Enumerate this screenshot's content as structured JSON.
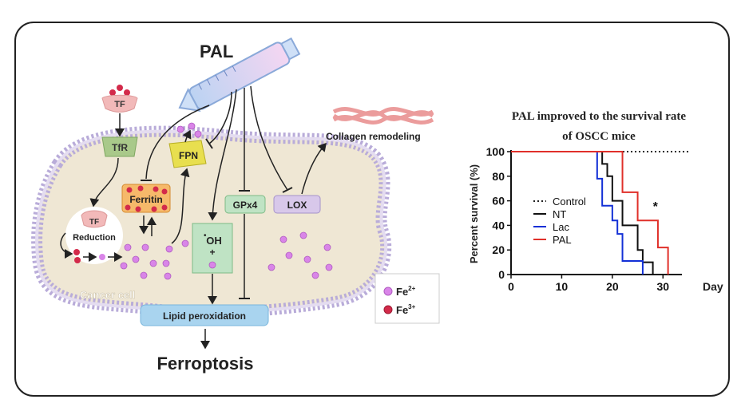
{
  "diagram": {
    "drug": "PAL",
    "tf": "TF",
    "tfr": "TfR",
    "tf_reduction": "TF",
    "reduction": "Reduction",
    "ferritin": "Ferritin",
    "fpn": "FPN",
    "gpx4": "GPx4",
    "lox": "LOX",
    "hydroxyl_dot": "•",
    "hydroxyl": "OH",
    "hydroxyl_plus": "+",
    "collagen": "Collagen remodeling",
    "cancer_cell": "Cancer cell",
    "lipid_peroxidation": "Lipid peroxidation",
    "ferroptosis": "Ferroptosis",
    "legend_fe2": "Fe",
    "legend_fe2_sup": "2+",
    "legend_fe3": "Fe",
    "legend_fe3_sup": "3+",
    "colors": {
      "fe2": "#d985e8",
      "fe3": "#d32a4a",
      "membrane": "#cfc7e3",
      "cell_fill": "#efe7d4",
      "ferritin": "#f6b96a",
      "fpn": "#e8df4f",
      "gpx4": "#bfe3c4",
      "lox": "#d8c8ea",
      "lipid": "#a9d4ef",
      "tf": "#f2b9b9",
      "tfr": "#a9c98a"
    }
  },
  "chart_data": {
    "type": "line",
    "title_line1": "PAL improved to the survival rate",
    "title_line2": "of OSCC mice",
    "xlabel": "Day",
    "ylabel": "Percent survival (%)",
    "xlim": [
      0,
      35
    ],
    "ylim": [
      0,
      100
    ],
    "xticks": [
      "0",
      "10",
      "20",
      "30"
    ],
    "yticks": [
      "0",
      "20",
      "40",
      "60",
      "80",
      "100"
    ],
    "annotation": "*",
    "series": [
      {
        "name": "Control",
        "color": "#222222",
        "style": "dotted",
        "x": [
          0,
          35
        ],
        "y": [
          100,
          100
        ]
      },
      {
        "name": "NT",
        "color": "#111111",
        "style": "solid",
        "x": [
          0,
          18,
          18,
          19,
          19,
          20,
          20,
          22,
          22,
          25,
          25,
          26,
          26,
          28,
          28
        ],
        "y": [
          100,
          100,
          90,
          90,
          80,
          80,
          60,
          60,
          40,
          40,
          20,
          20,
          10,
          10,
          0
        ]
      },
      {
        "name": "Lac",
        "color": "#1330d6",
        "style": "solid",
        "x": [
          0,
          17,
          17,
          18,
          18,
          20,
          20,
          21,
          21,
          22,
          22,
          26,
          26
        ],
        "y": [
          100,
          100,
          78,
          78,
          56,
          56,
          44,
          44,
          33,
          33,
          11,
          11,
          0
        ]
      },
      {
        "name": "PAL",
        "color": "#e0302a",
        "style": "solid",
        "x": [
          0,
          22,
          22,
          25,
          25,
          29,
          29,
          31,
          31
        ],
        "y": [
          100,
          100,
          67,
          67,
          44,
          44,
          22,
          22,
          0
        ]
      }
    ]
  }
}
